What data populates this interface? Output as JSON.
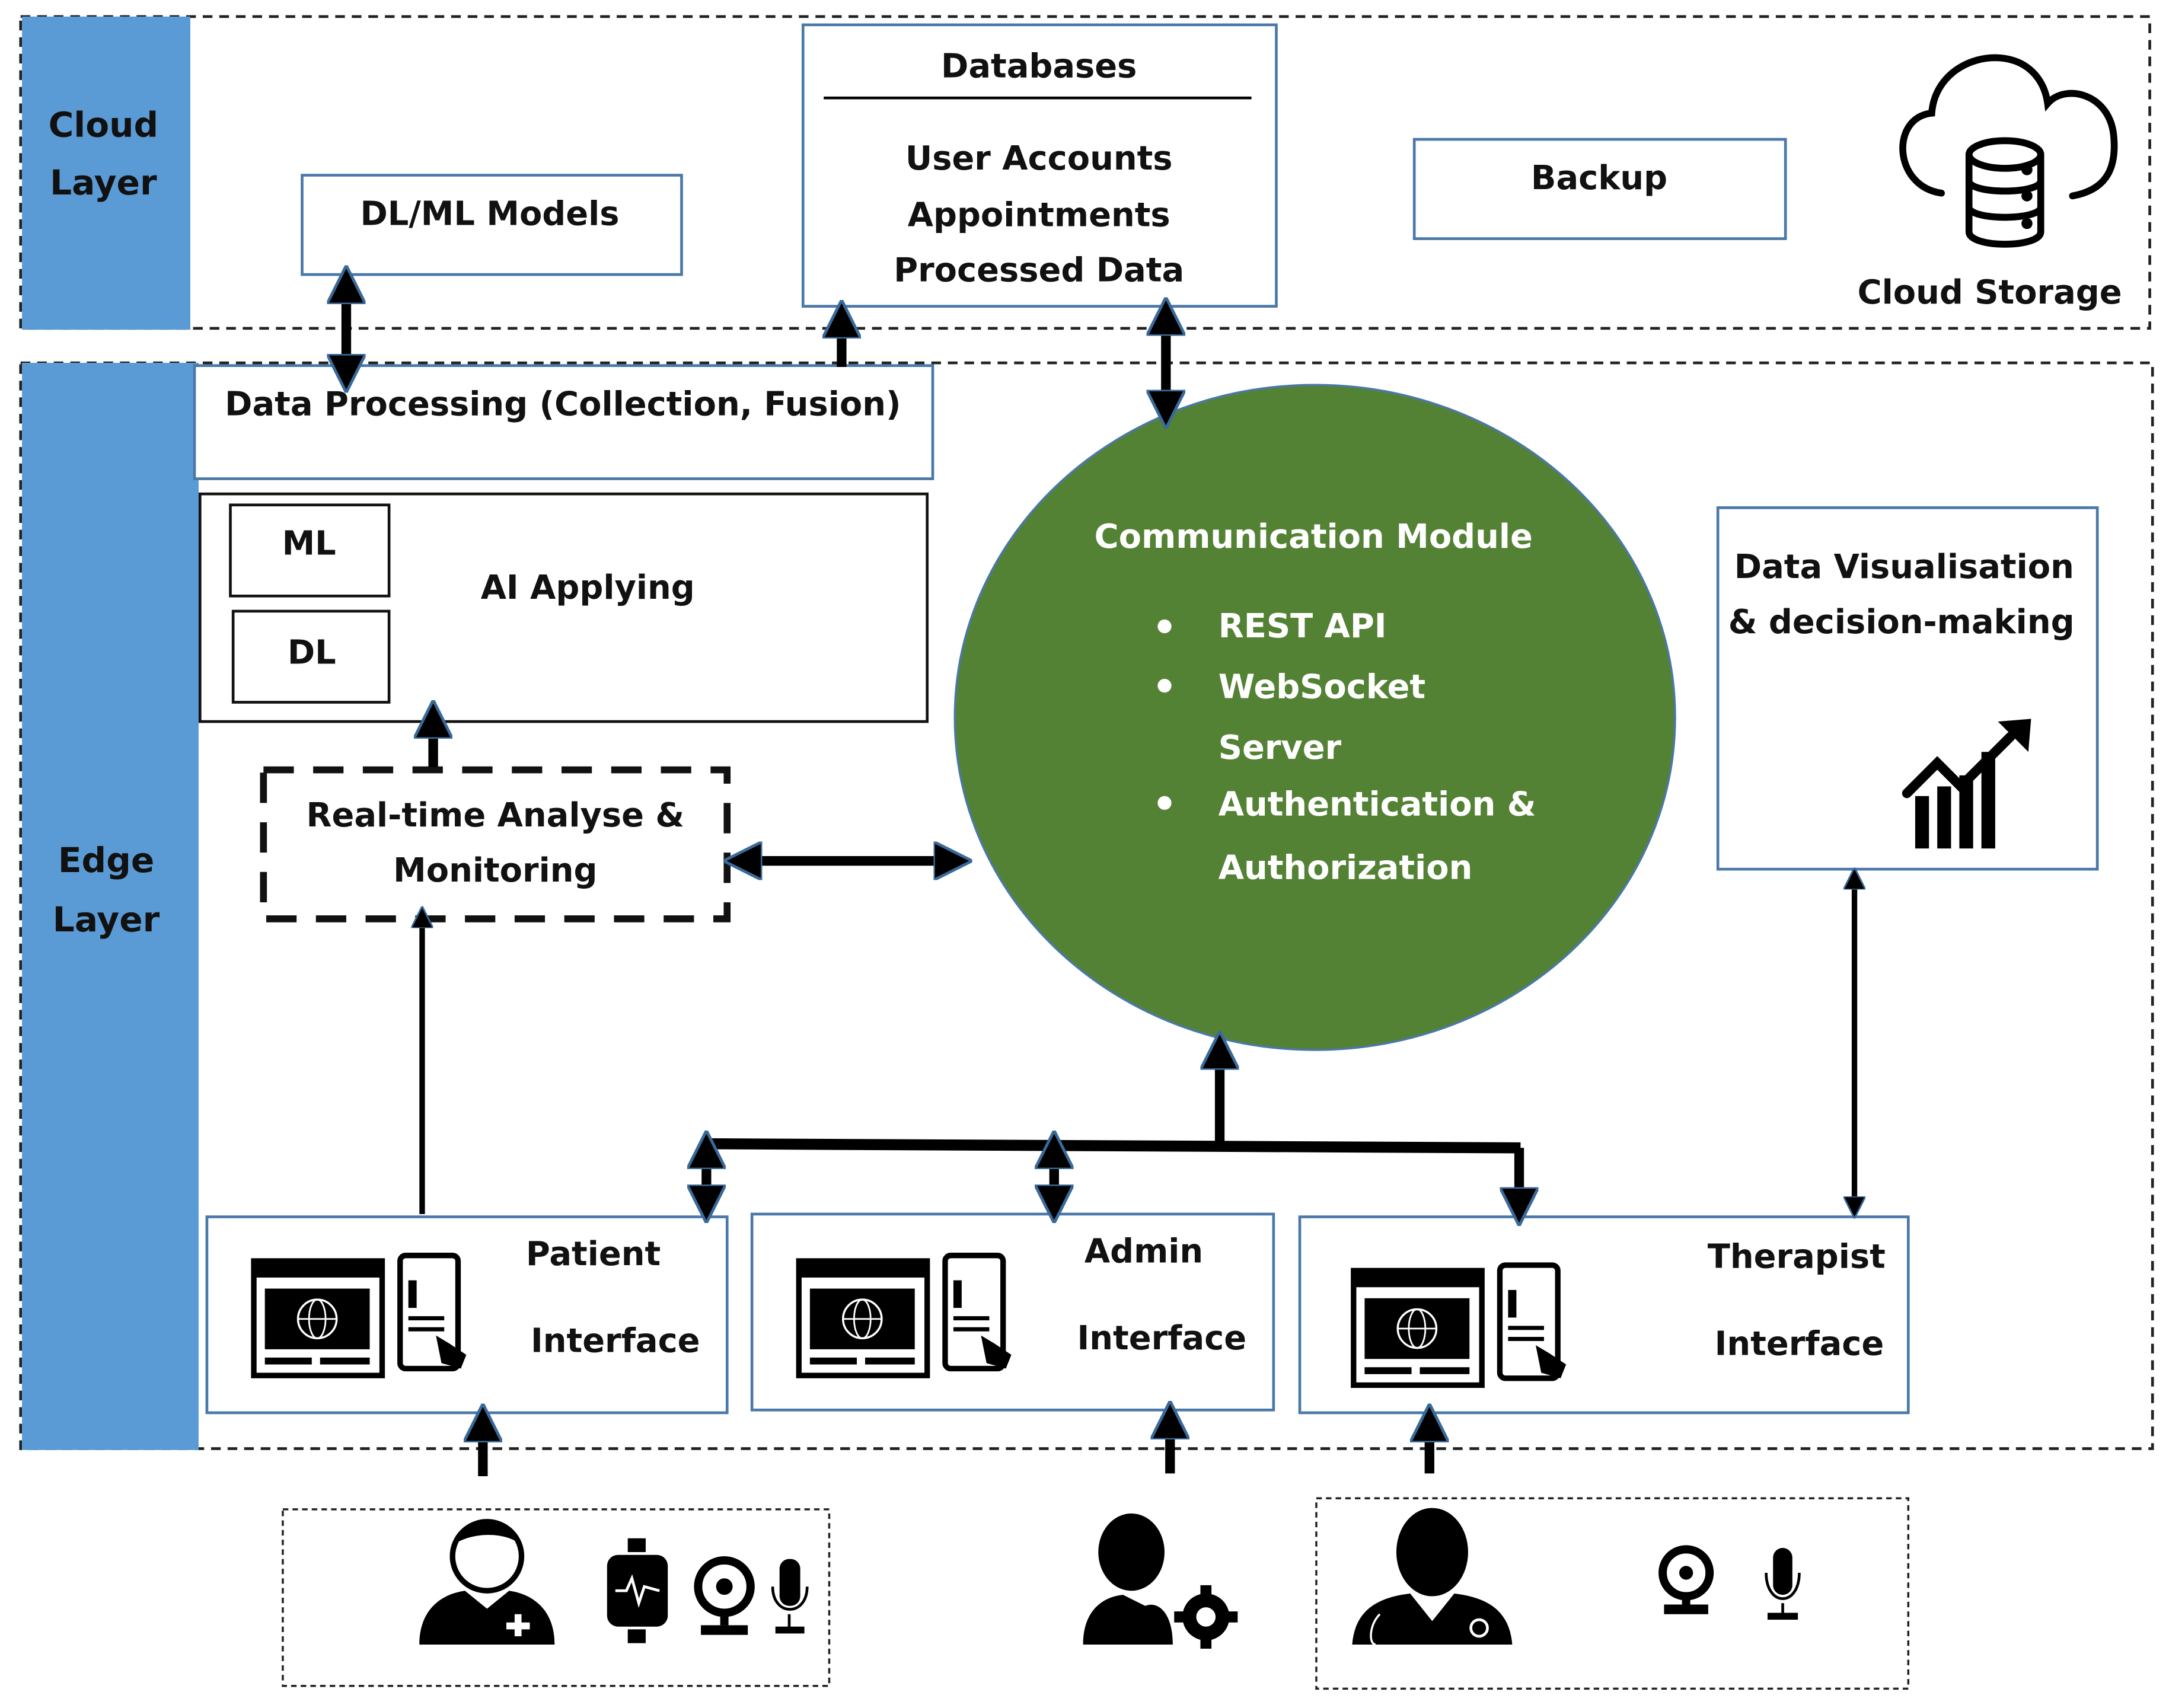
{
  "layers": {
    "cloud": {
      "line1": "Cloud",
      "line2": "Layer",
      "color": "#5b9bd5"
    },
    "edge": {
      "line1": "Edge",
      "line2": "Layer",
      "color": "#5b9bd5"
    }
  },
  "cloud_layer": {
    "dl_ml_models": "DL/ML Models",
    "databases": {
      "title": "Databases",
      "items": [
        "User Accounts",
        "Appointments",
        "Processed Data"
      ]
    },
    "backup": "Backup",
    "cloud_storage": {
      "label": "Cloud Storage",
      "icon": "cloud-database-icon"
    }
  },
  "edge_layer": {
    "data_processing": "Data Processing (Collection, Fusion)",
    "ai_applying": {
      "label": "AI Applying",
      "ml": "ML",
      "dl": "DL"
    },
    "realtime": {
      "line1": "Real-time Analyse &",
      "line2": "Monitoring"
    },
    "communication_module": {
      "title": "Communication Module",
      "color": "#548235",
      "bullets": [
        {
          "line1": "REST API"
        },
        {
          "line1": "WebSocket",
          "line2": "Server"
        },
        {
          "line1": "Authentication &",
          "line2": "Authorization"
        }
      ]
    },
    "data_visualisation": {
      "line1": "Data Visualisation",
      "line2": "& decision-making",
      "icon": "growth-chart-icon"
    },
    "interfaces": [
      {
        "line1": "Patient",
        "line2": "Interface",
        "icon": "web-mobile-icon"
      },
      {
        "line1": "Admin",
        "line2": "Interface",
        "icon": "web-mobile-icon"
      },
      {
        "line1": "Therapist",
        "line2": "Interface",
        "icon": "web-mobile-icon"
      }
    ]
  },
  "users": {
    "patient": {
      "icons": [
        "patient-icon",
        "smartwatch-icon",
        "webcam-icon",
        "microphone-icon"
      ]
    },
    "admin": {
      "icons": [
        "admin-gear-icon"
      ]
    },
    "therapist": {
      "icons": [
        "doctor-icon",
        "webcam-icon",
        "microphone-icon"
      ]
    }
  }
}
